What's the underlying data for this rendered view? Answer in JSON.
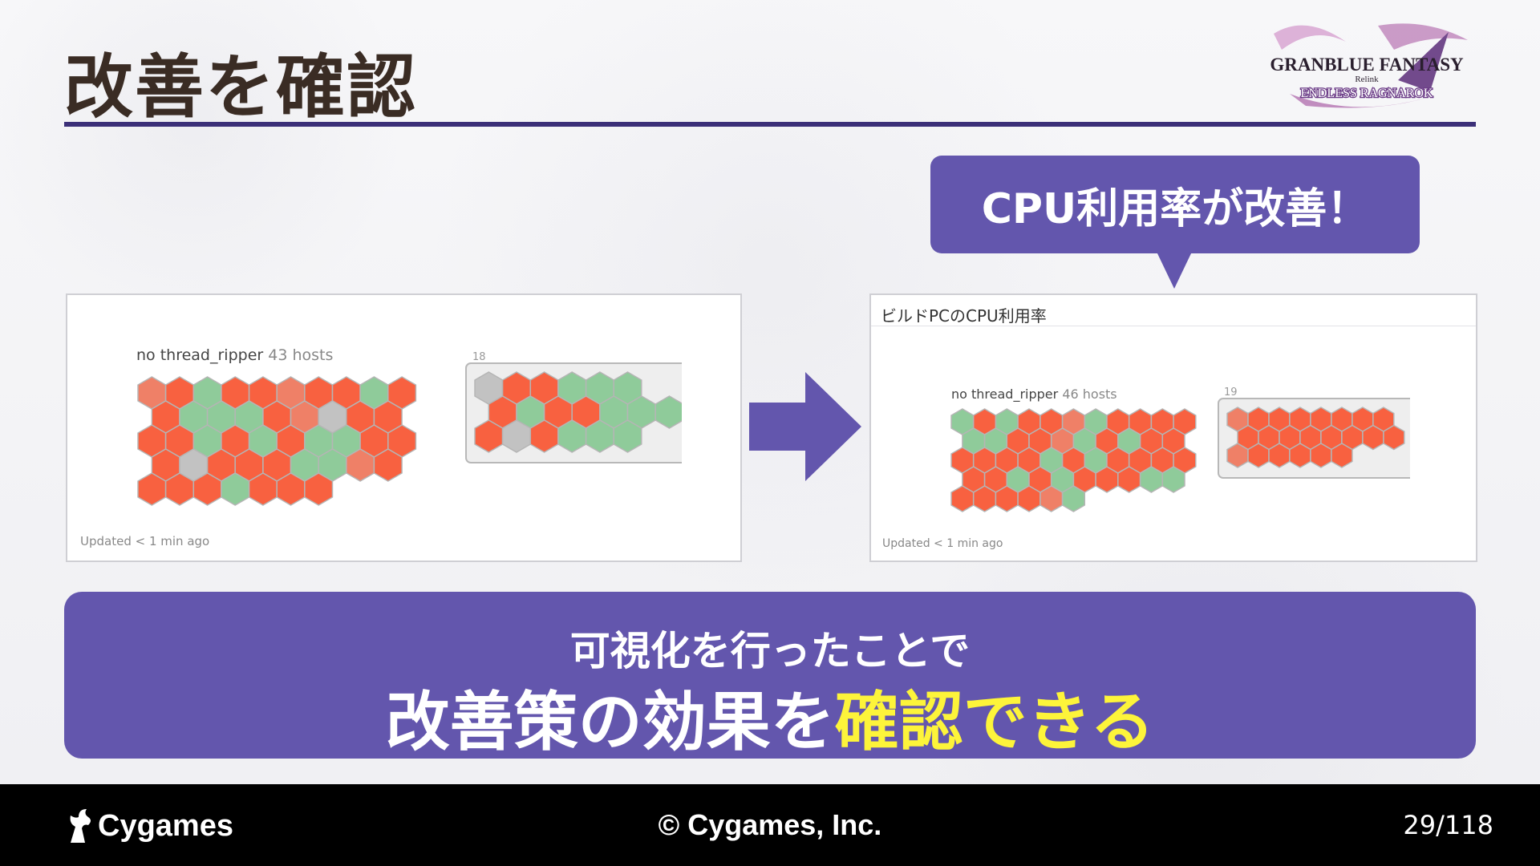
{
  "header": {
    "title": "改善を確認",
    "logo": {
      "line1": "GRANBLUE FANTASY",
      "line2": "Relink",
      "line3": "ENDLESS RAGNAROK"
    }
  },
  "callout": {
    "text": "CPU利用率が改善！"
  },
  "before_panel": {
    "group_name": "no thread_ripper",
    "group_hosts": "43 hosts",
    "side_count": "18",
    "updated": "Updated < 1 min ago",
    "main_grid": [
      [
        "salmon",
        "red",
        "green",
        "red",
        "red",
        "salmon",
        "red",
        "red",
        "green",
        "red"
      ],
      [
        "red",
        "green",
        "green",
        "green",
        "red",
        "salmon",
        "grey",
        "red",
        "red"
      ],
      [
        "red",
        "red",
        "green",
        "red",
        "green",
        "red",
        "green",
        "green",
        "red",
        "red"
      ],
      [
        "red",
        "grey",
        "red",
        "red",
        "red",
        "green",
        "green",
        "salmon",
        "red"
      ],
      [
        "red",
        "red",
        "red",
        "green",
        "red",
        "red",
        "red"
      ]
    ],
    "side_grid": [
      [
        "grey",
        "red",
        "red",
        "green",
        "green",
        "green"
      ],
      [
        "red",
        "green",
        "red",
        "red",
        "green",
        "green",
        "green"
      ],
      [
        "red",
        "grey",
        "red",
        "green",
        "green",
        "green"
      ]
    ]
  },
  "after_panel": {
    "title": "ビルドPCのCPU利用率",
    "group_name": "no thread_ripper",
    "group_hosts": "46 hosts",
    "side_count": "19",
    "updated": "Updated < 1 min ago",
    "main_grid": [
      [
        "green",
        "red",
        "green",
        "red",
        "red",
        "salmon",
        "green",
        "red",
        "red",
        "red",
        "red"
      ],
      [
        "green",
        "green",
        "red",
        "red",
        "salmon",
        "green",
        "red",
        "green",
        "red",
        "red"
      ],
      [
        "red",
        "red",
        "red",
        "red",
        "green",
        "red",
        "green",
        "red",
        "red",
        "red",
        "red"
      ],
      [
        "red",
        "red",
        "green",
        "red",
        "green",
        "red",
        "red",
        "red",
        "green",
        "green"
      ],
      [
        "red",
        "red",
        "red",
        "red",
        "salmon",
        "green"
      ]
    ],
    "side_grid": [
      [
        "salmon",
        "red",
        "red",
        "red",
        "red",
        "red",
        "red",
        "red"
      ],
      [
        "red",
        "red",
        "red",
        "red",
        "red",
        "red",
        "red",
        "red"
      ],
      [
        "salmon",
        "red",
        "red",
        "red",
        "red",
        "red"
      ]
    ]
  },
  "hex_colors": {
    "red": "#f86140",
    "salmon": "#ef8067",
    "green": "#8fcb9a",
    "grey": "#c2c2c2",
    "stroke": "#b5b5b5"
  },
  "banner": {
    "line1": "可視化を行ったことで",
    "line2_normal": "改善策の効果を",
    "line2_highlight": "確認できる"
  },
  "footer": {
    "logo_text": "Cygames",
    "copyright": "© Cygames, Inc.",
    "page": "29/118"
  },
  "colors": {
    "accent_purple": "#6356ad",
    "title_rule": "#3b2f78",
    "highlight_yellow": "#fdf43a"
  }
}
